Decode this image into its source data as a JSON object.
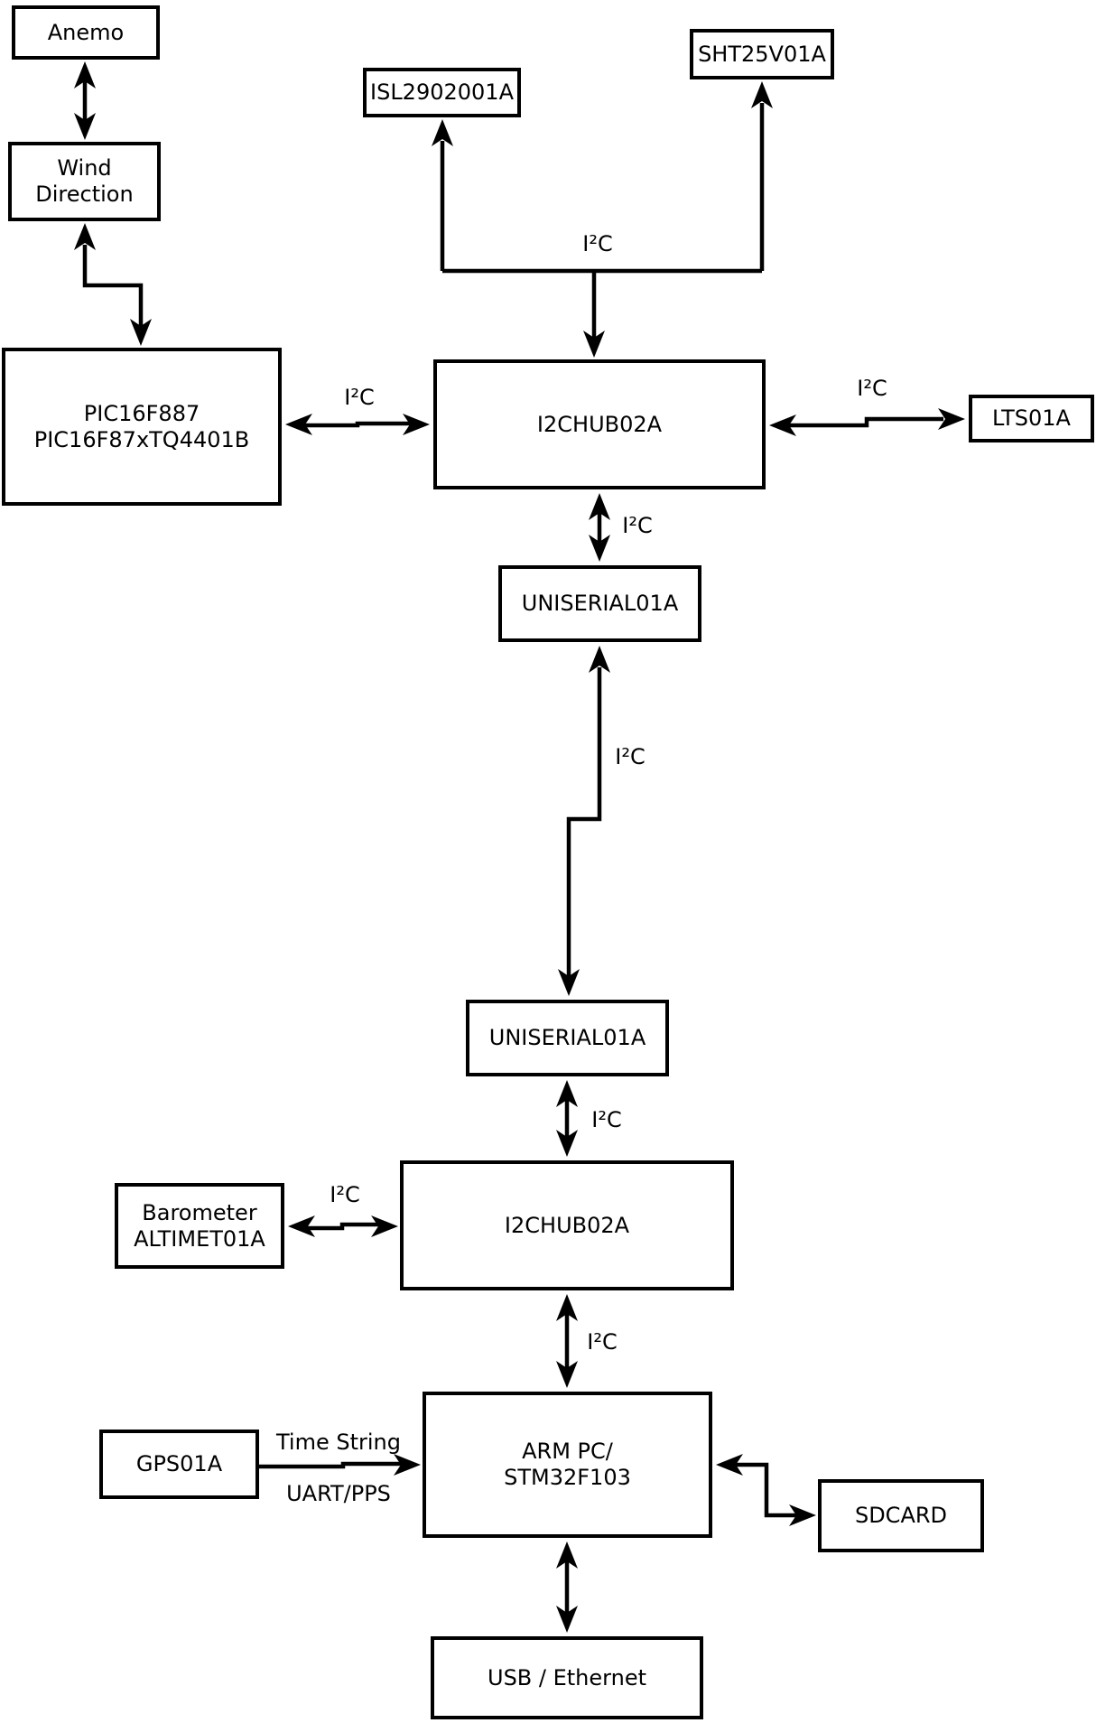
{
  "boxes": [
    {
      "id": "anemo",
      "lines": [
        "Anemo"
      ]
    },
    {
      "id": "wind-direction",
      "lines": [
        "Wind",
        "Direction"
      ]
    },
    {
      "id": "pic16f887",
      "lines": [
        "PIC16F887",
        "PIC16F87xTQ4401B"
      ]
    },
    {
      "id": "isl2902001a",
      "lines": [
        "ISL2902001A"
      ]
    },
    {
      "id": "sht25v01a",
      "lines": [
        "SHT25V01A"
      ]
    },
    {
      "id": "i2chub02a-top",
      "lines": [
        "I2CHUB02A"
      ]
    },
    {
      "id": "uniserial01a-upper",
      "lines": [
        "UNISERIAL01A"
      ]
    },
    {
      "id": "uniserial01a-lower",
      "lines": [
        "UNISERIAL01A"
      ]
    },
    {
      "id": "barometer-altimet01a",
      "lines": [
        "Barometer",
        "ALTIMET01A"
      ]
    },
    {
      "id": "i2chub02a-bottom",
      "lines": [
        "I2CHUB02A"
      ]
    },
    {
      "id": "gps01a",
      "lines": [
        "GPS01A"
      ]
    },
    {
      "id": "arm-pc-stm32f103",
      "lines": [
        "ARM PC/",
        "STM32F103"
      ]
    },
    {
      "id": "sdcard",
      "lines": [
        "SDCARD"
      ]
    },
    {
      "id": "usb-ethernet",
      "lines": [
        "USB / Ethernet"
      ]
    },
    {
      "id": "lts01a",
      "lines": [
        "LTS01A"
      ]
    }
  ],
  "edge_labels": {
    "i2c_bus_top": "I²C",
    "i2c_pic_hub": "I²C",
    "i2c_hub_lts": "I²C",
    "i2c_hub_uniserial": "I²C",
    "i2c_uniserial_link": "I²C",
    "i2c_uniserial_hub2": "I²C",
    "i2c_barometer_hub2": "I²C",
    "i2c_hub2_arm": "I²C",
    "time_string": "Time String",
    "uart_pps": "UART/PPS"
  },
  "colors": {
    "line": "#000000",
    "box_border": "#000000",
    "box_fill": "#ffffff",
    "background": "#ffffff",
    "text": "#000000"
  }
}
